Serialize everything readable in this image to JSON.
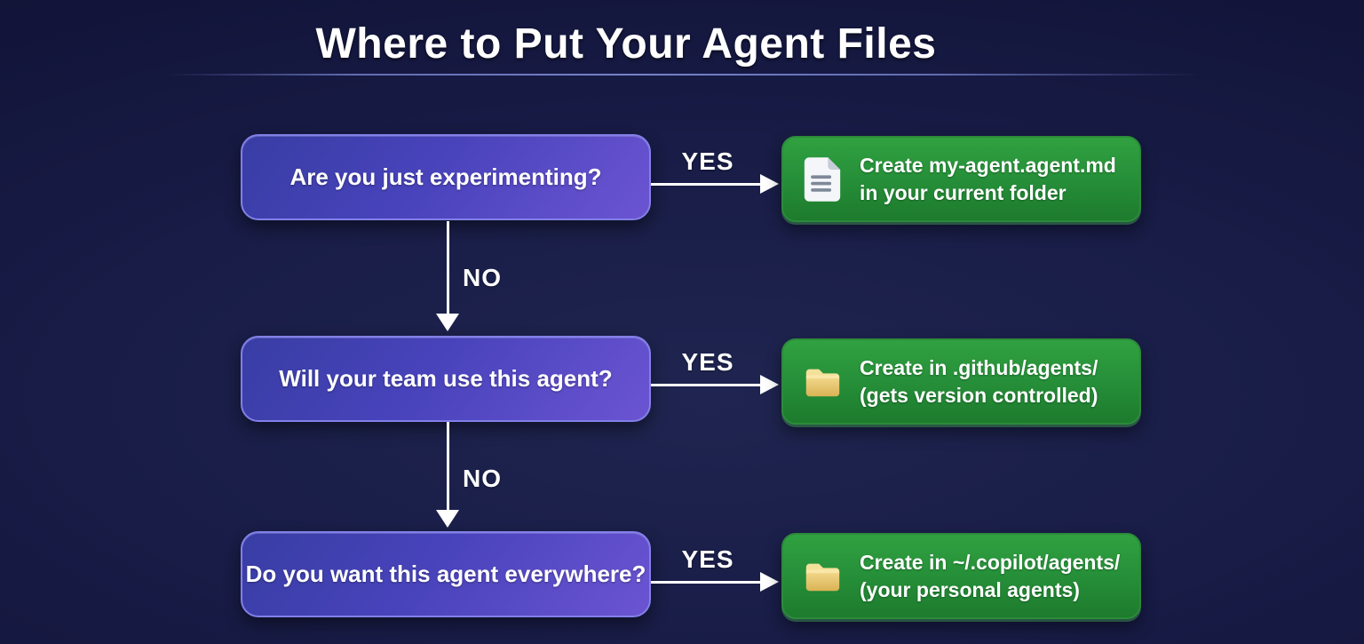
{
  "title": "Where to Put Your Agent Files",
  "flow": {
    "rows": [
      {
        "question": "Are you just experimenting?",
        "yes_label": "YES",
        "no_label": "NO",
        "result": {
          "icon": "document-icon",
          "line1": "Create my-agent.agent.md",
          "line2": "in your current folder"
        }
      },
      {
        "question": "Will your team use this agent?",
        "yes_label": "YES",
        "no_label": "NO",
        "result": {
          "icon": "folder-icon",
          "line1": "Create in .github/agents/",
          "line2": "(gets version controlled)"
        }
      },
      {
        "question": "Do you want this agent everywhere?",
        "yes_label": "YES",
        "result": {
          "icon": "folder-icon",
          "line1": "Create in ~/.copilot/agents/",
          "line2": "(your personal agents)"
        }
      }
    ]
  },
  "colors": {
    "background": "#141843",
    "question_box_start": "#3a3ea8",
    "question_box_end": "#6b54d2",
    "question_box_border": "#8280e8",
    "result_box_start": "#2fa03f",
    "result_box_end": "#1d7b2d",
    "result_box_border": "#2c8b3a",
    "arrow": "#ffffff",
    "title_text": "#ffffff",
    "folder_icon": "#e8c96e",
    "document_icon": "#f4f6f9"
  }
}
